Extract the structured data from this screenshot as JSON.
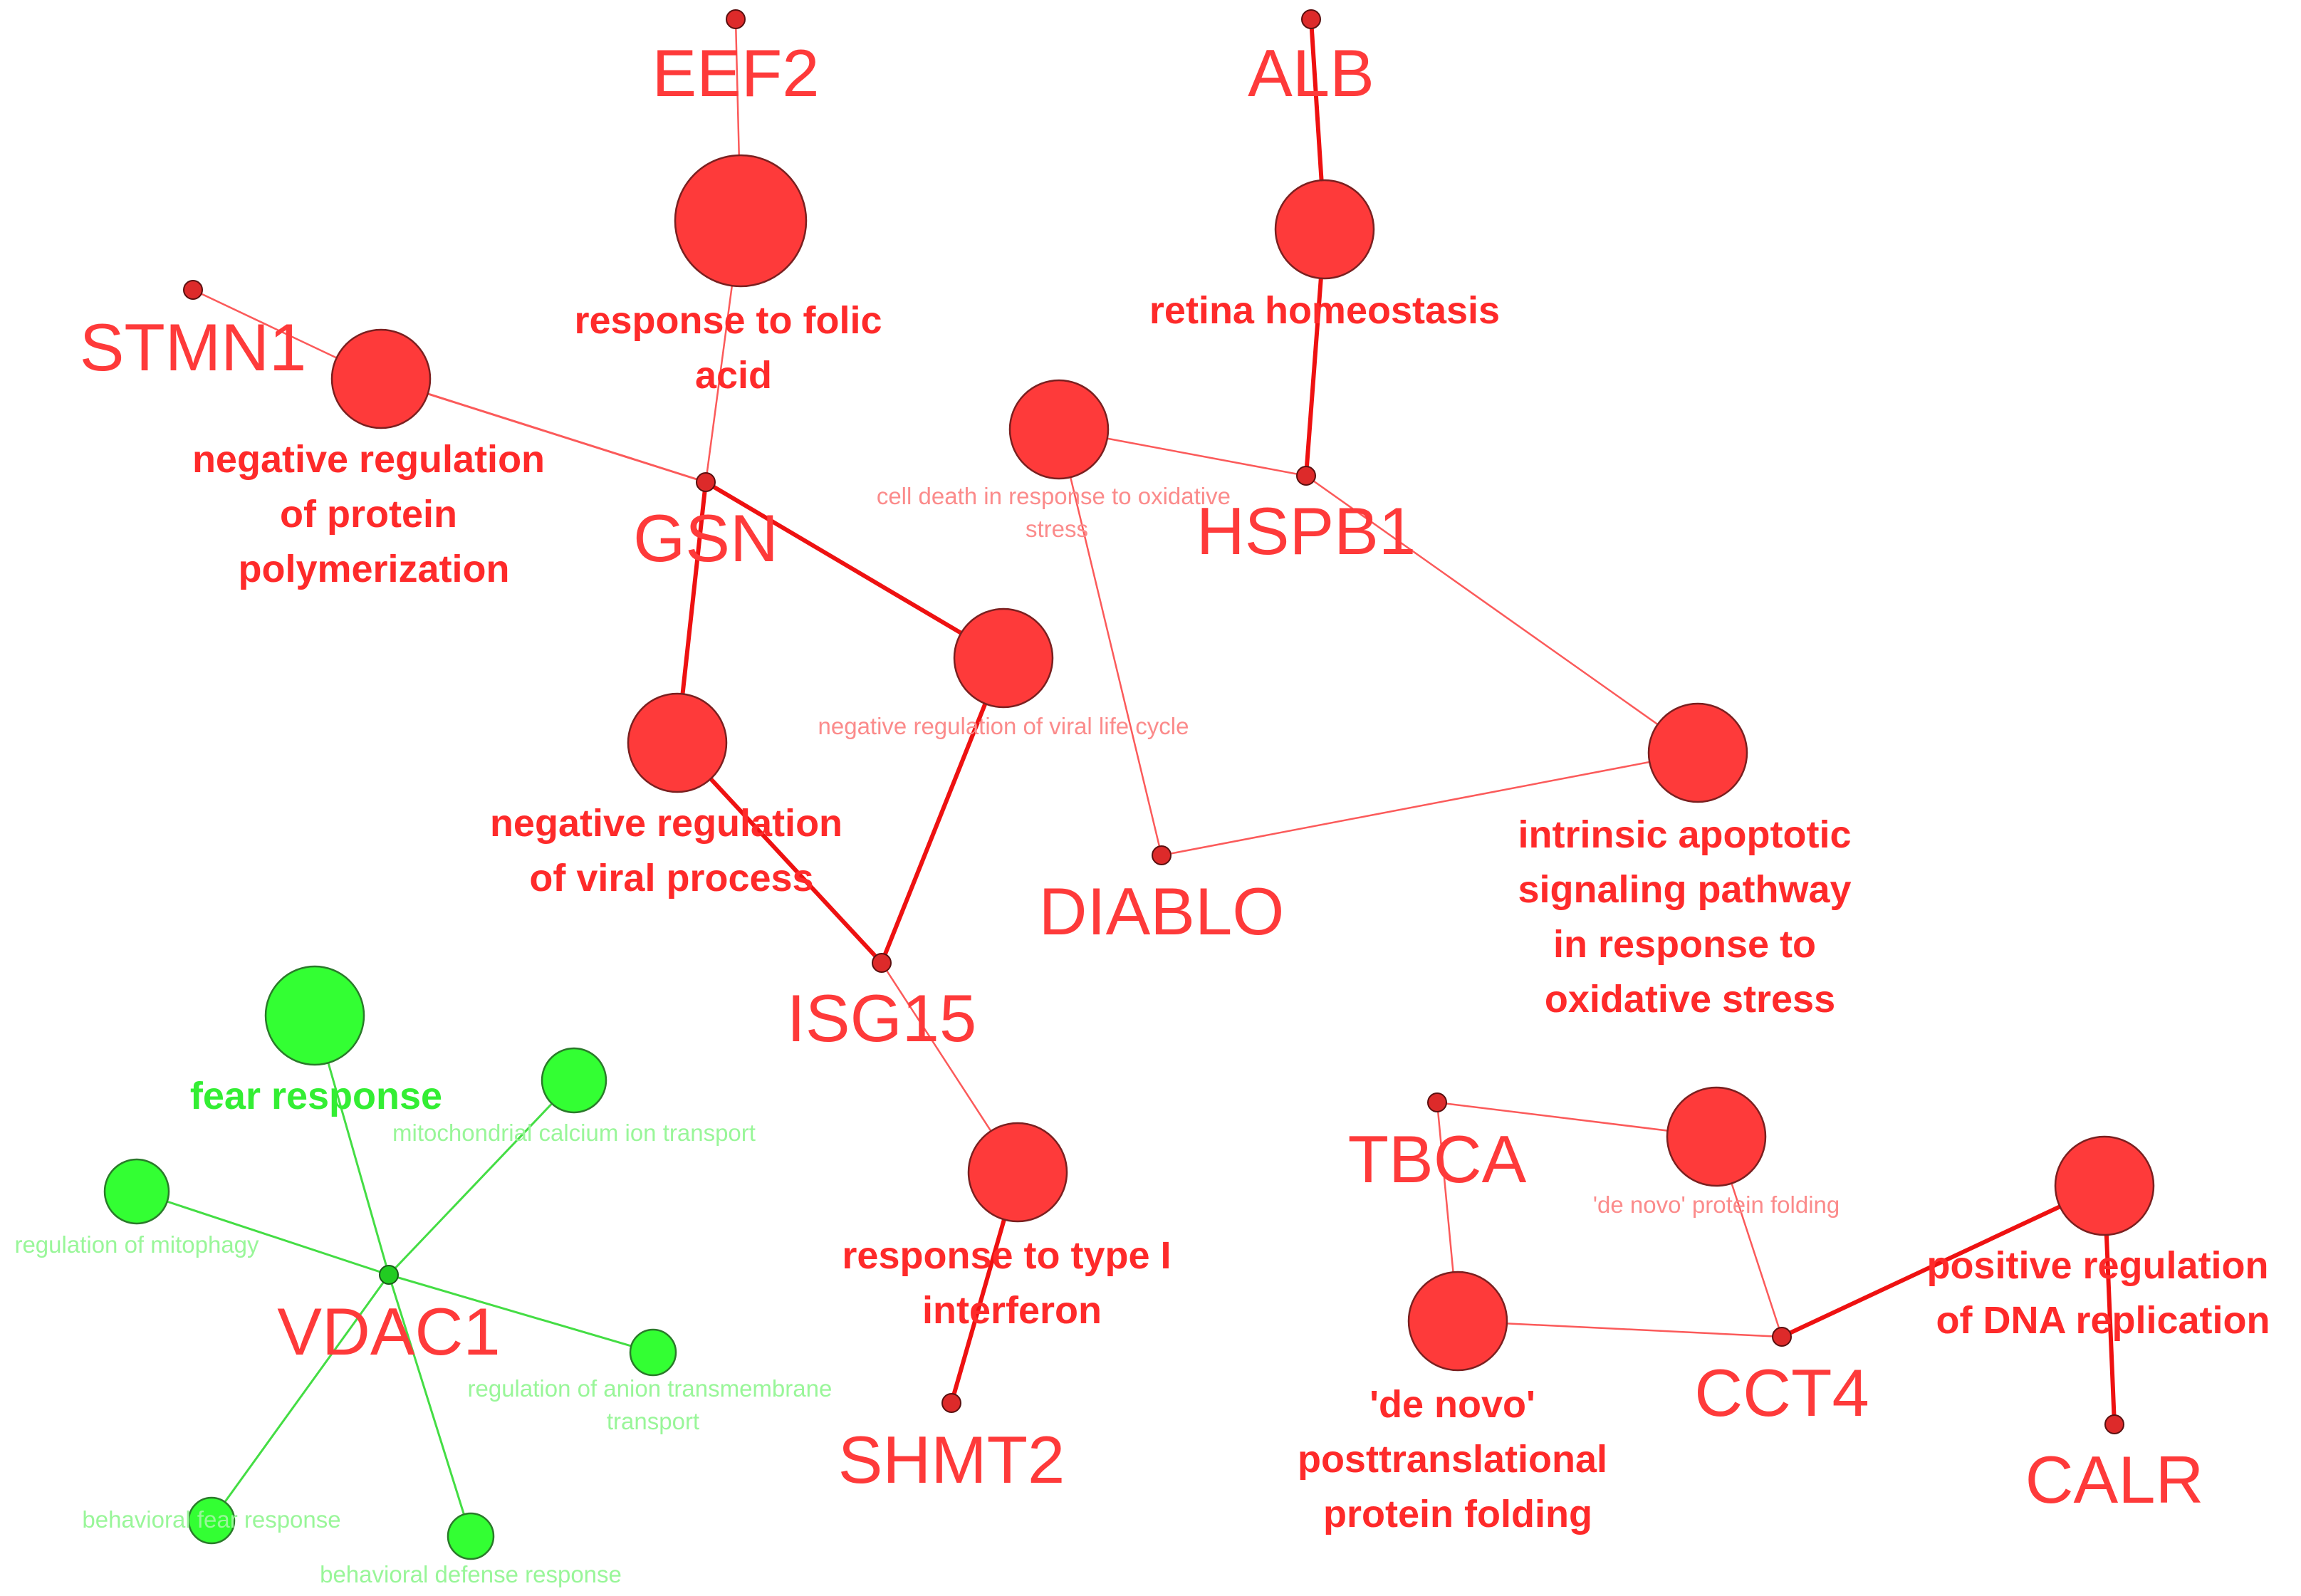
{
  "colors": {
    "red": "#fe3a3a",
    "red_faint": "#fb8b8b",
    "green": "#33ff33",
    "green_faint": "#99f699"
  },
  "genes": {
    "eef2": "EEF2",
    "alb": "ALB",
    "stmn1": "STMN1",
    "gsn": "GSN",
    "hspb1": "HSPB1",
    "diablo": "DIABLO",
    "isg15": "ISG15",
    "shmt2": "SHMT2",
    "vdac1": "VDAC1",
    "tbca": "TBCA",
    "cct4": "CCT4",
    "calr": "CALR"
  },
  "terms": {
    "folic": [
      "response to folic",
      "acid"
    ],
    "retina": [
      "retina homeostasis"
    ],
    "polymerization": [
      "negative regulation",
      "of protein",
      "polymerization"
    ],
    "cell_death": [
      "cell death in response to oxidative",
      "stress"
    ],
    "viral_life_cycle": [
      "negative regulation of viral life cycle"
    ],
    "viral_process": [
      "negative regulation",
      "of viral process"
    ],
    "intrinsic": [
      "intrinsic apoptotic",
      "signaling pathway",
      "in response to",
      "oxidative stress"
    ],
    "interferon": [
      "response to type I",
      "interferon"
    ],
    "fear": [
      "fear response"
    ],
    "mito_calcium": [
      "mitochondrial calcium ion transport"
    ],
    "mitophagy": [
      "regulation of mitophagy"
    ],
    "anion": [
      "regulation of anion transmembrane",
      "transport"
    ],
    "behavioral_fear": [
      "behavioral fear response"
    ],
    "behavioral_defense": [
      "behavioral defense response"
    ],
    "de_novo_folding": [
      "'de novo' protein folding"
    ],
    "posttranslational": [
      "'de novo'",
      "posttranslational",
      "protein folding"
    ],
    "dna_replication": [
      "positive regulation",
      "of DNA replication"
    ]
  }
}
